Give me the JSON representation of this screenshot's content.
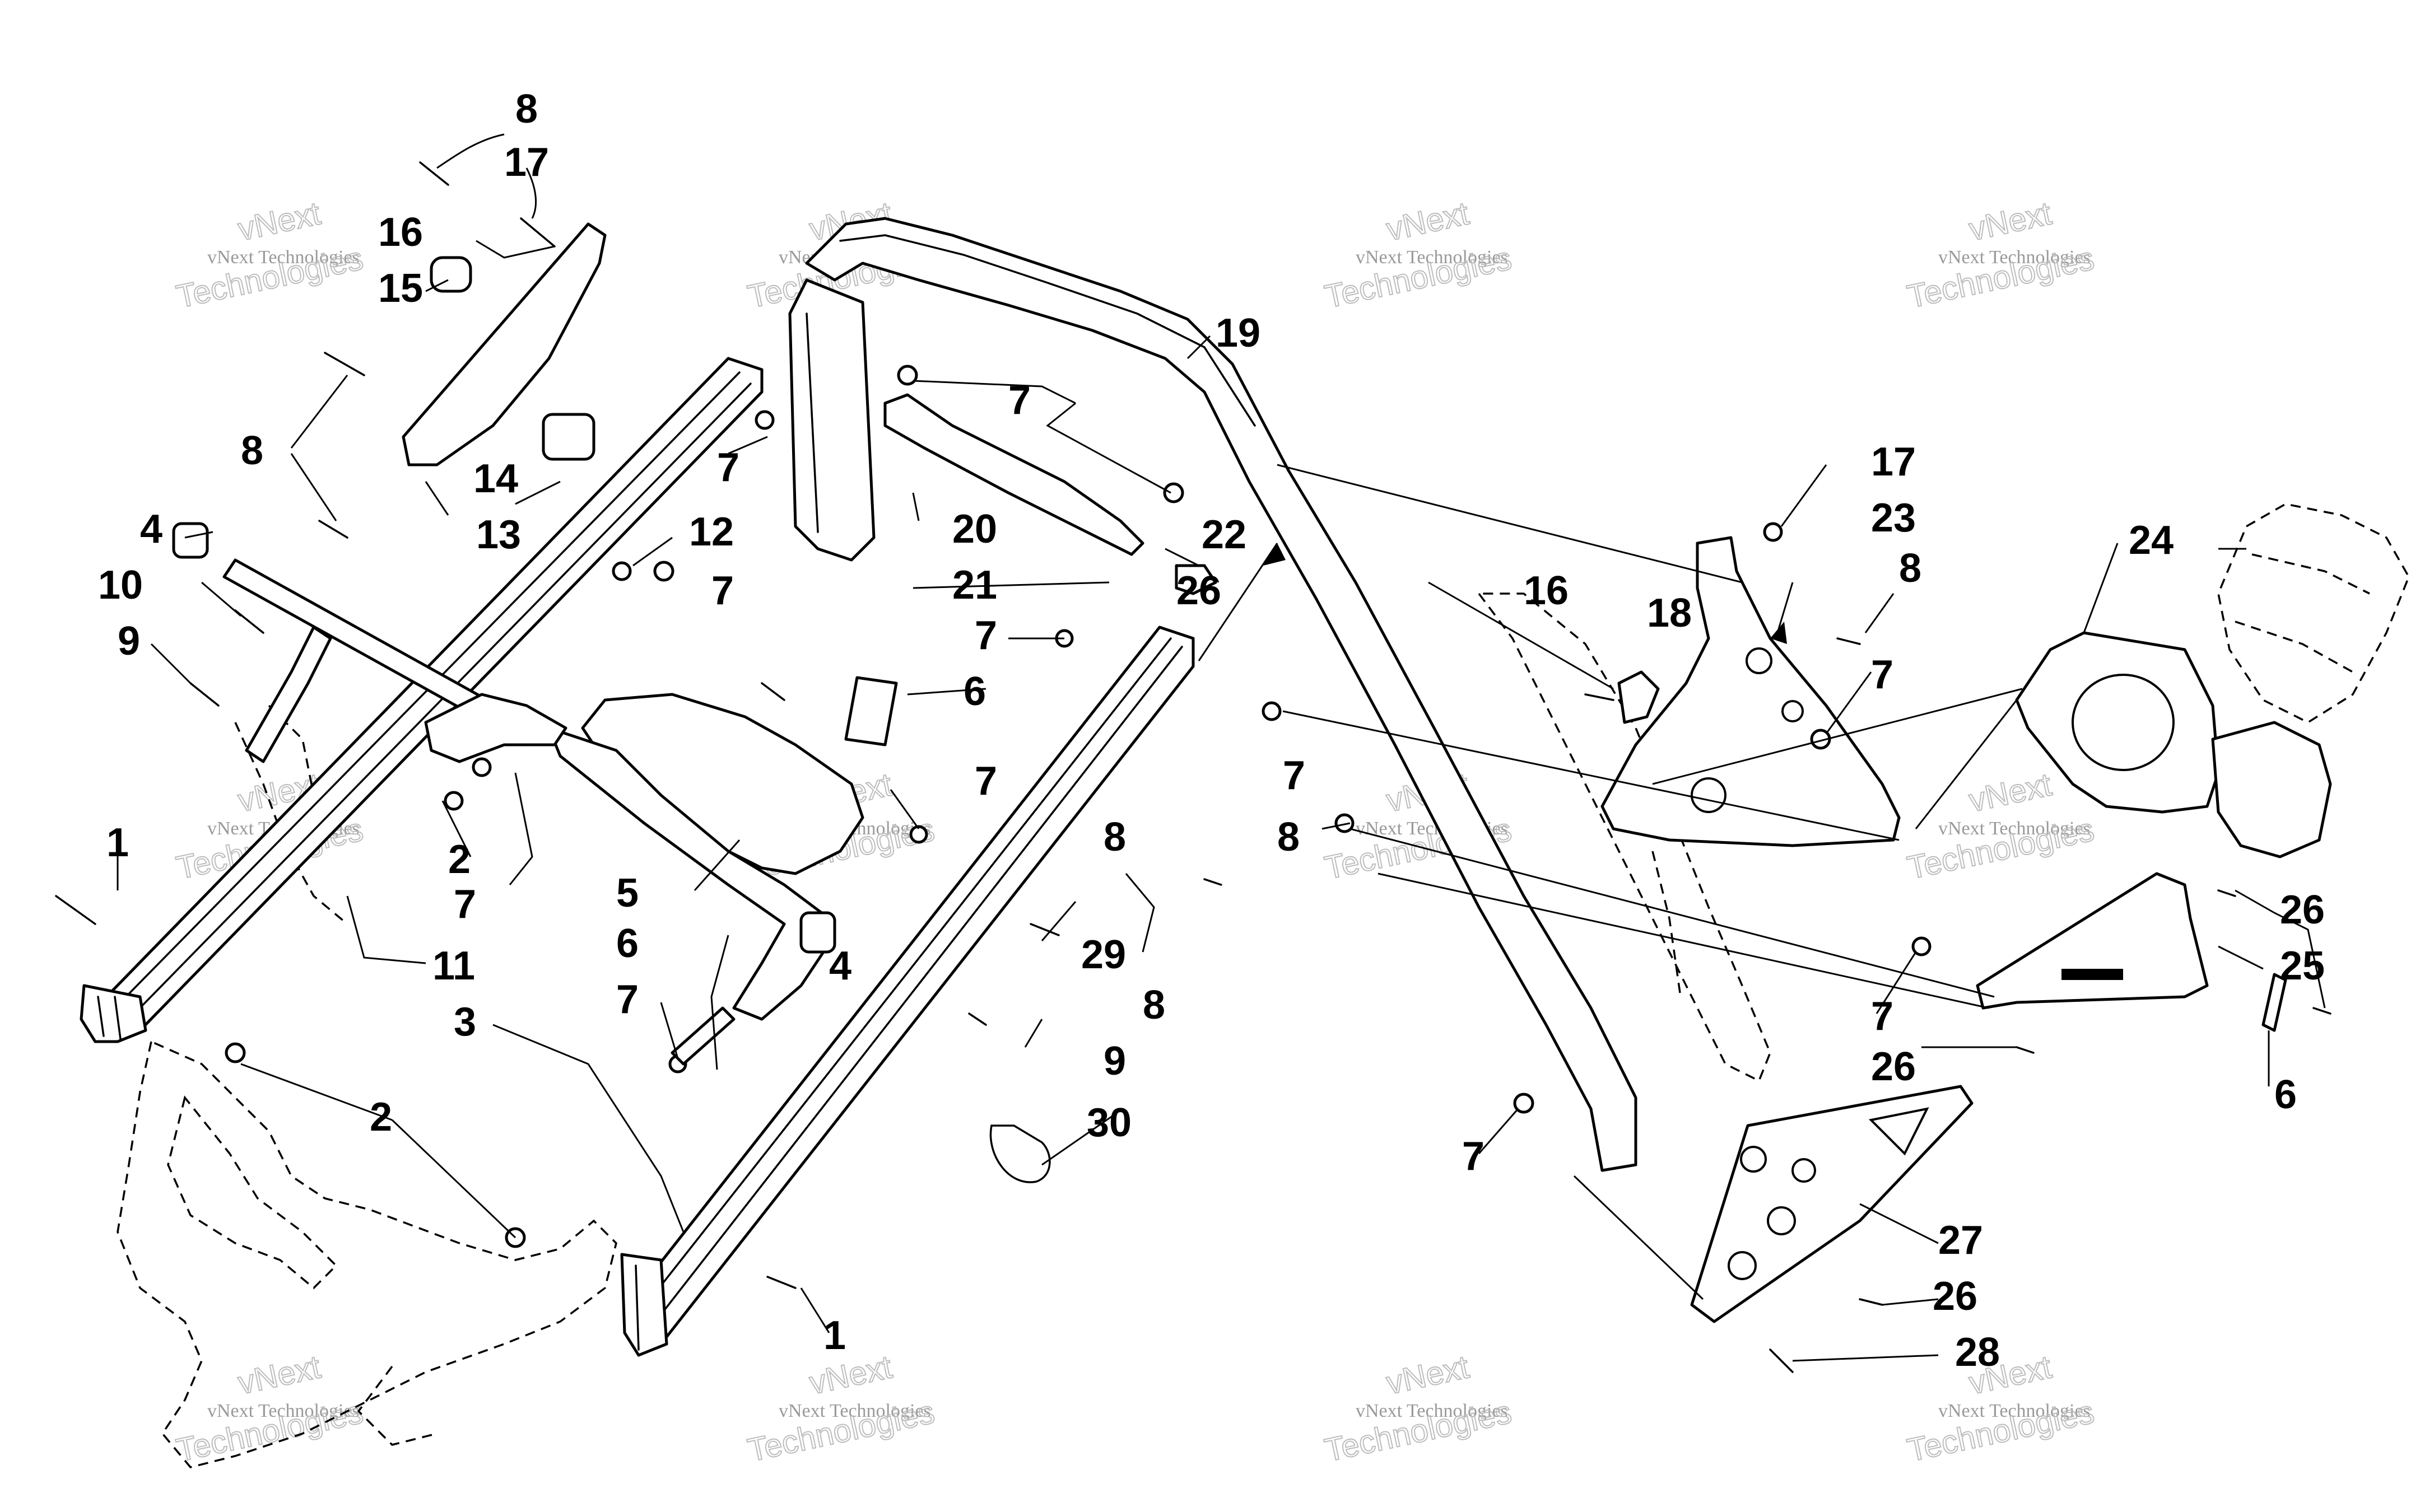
{
  "watermark": {
    "line1": "vNext",
    "line2": "vNext Technologies",
    "line3": "Technologies"
  },
  "callouts": [
    "1",
    "1",
    "2",
    "2",
    "3",
    "4",
    "4",
    "5",
    "6",
    "6",
    "6",
    "7",
    "7",
    "7",
    "7",
    "7",
    "7",
    "7",
    "7",
    "7",
    "7",
    "7",
    "8",
    "8",
    "8",
    "8",
    "8",
    "8",
    "9",
    "9",
    "10",
    "11",
    "12",
    "13",
    "14",
    "15",
    "16",
    "16",
    "17",
    "17",
    "18",
    "19",
    "20",
    "21",
    "22",
    "23",
    "24",
    "25",
    "26",
    "26",
    "26",
    "26",
    "27",
    "28",
    "29",
    "30"
  ]
}
